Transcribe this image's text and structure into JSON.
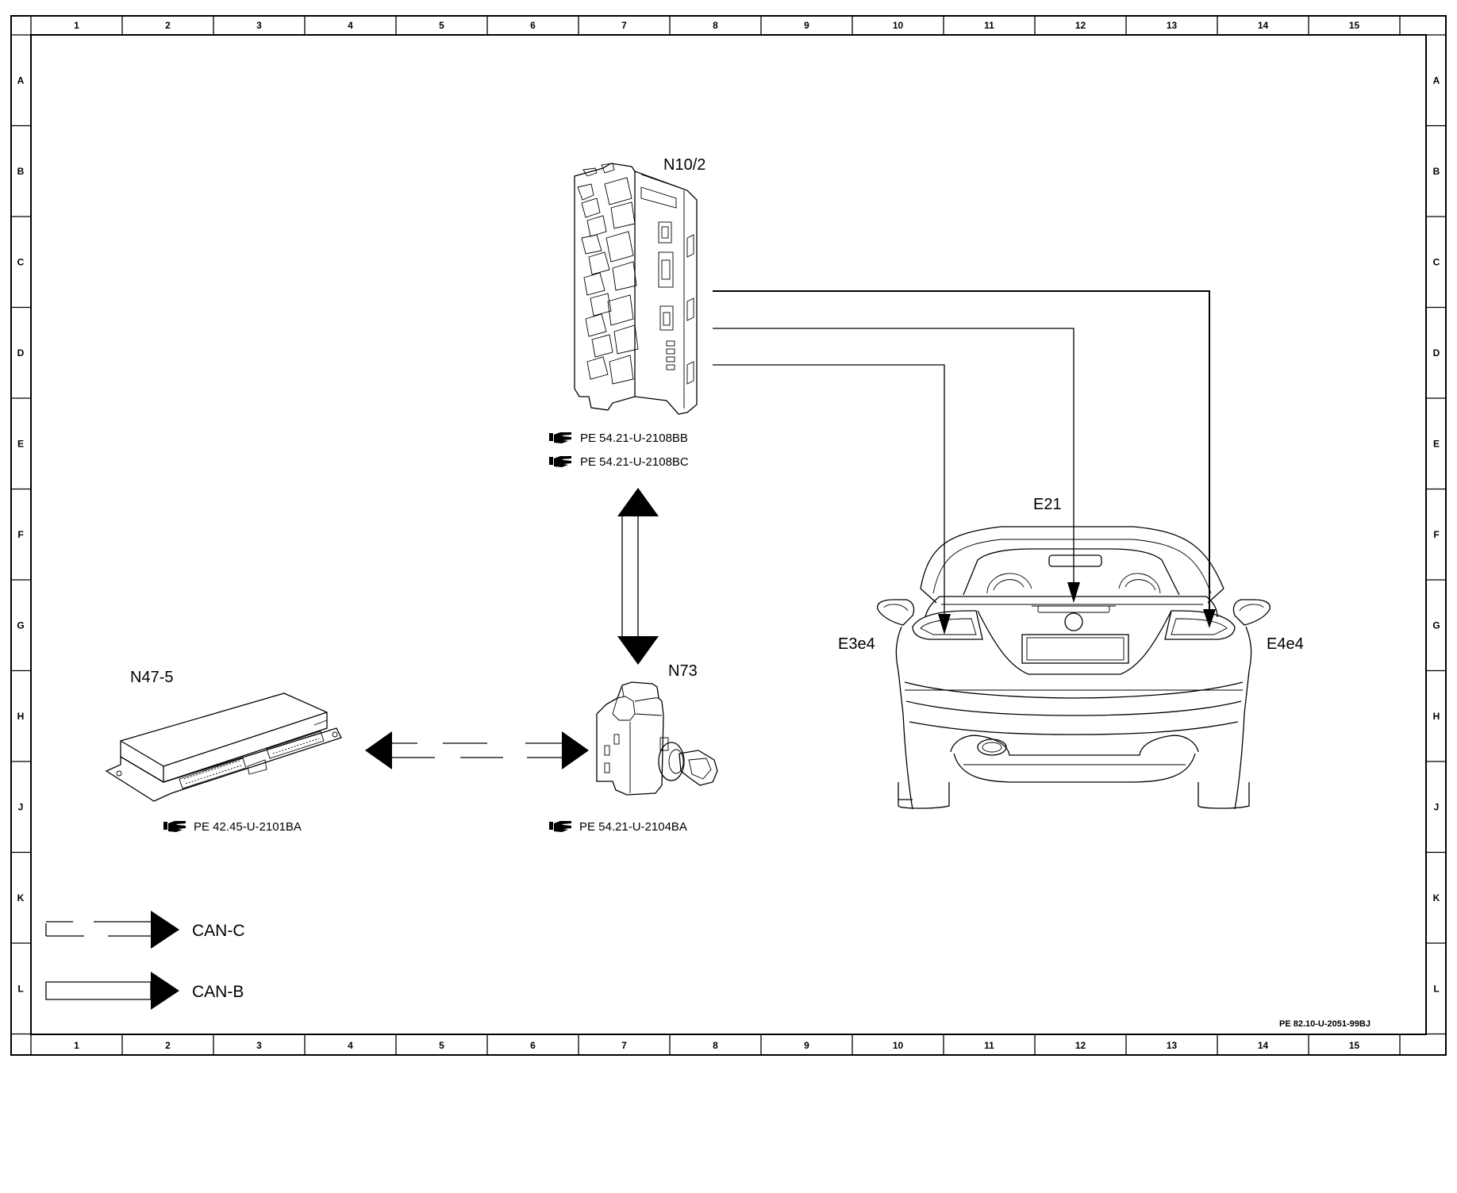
{
  "frame": {
    "columns": [
      "1",
      "2",
      "3",
      "4",
      "5",
      "6",
      "7",
      "8",
      "9",
      "10",
      "11",
      "12",
      "13",
      "14",
      "15"
    ],
    "rows": [
      "A",
      "B",
      "C",
      "D",
      "E",
      "F",
      "G",
      "H",
      "J",
      "K",
      "L"
    ]
  },
  "components": {
    "n10_2": {
      "label": "N10/2",
      "refs": [
        "PE 54.21-U-2108BB",
        "PE 54.21-U-2108BC"
      ]
    },
    "n73": {
      "label": "N73",
      "ref": "PE 54.21-U-2104BA"
    },
    "n47_5": {
      "label": "N47-5",
      "ref": "PE 42.45-U-2101BA"
    },
    "e21": {
      "label": "E21"
    },
    "e3e4": {
      "label": "E3e4"
    },
    "e4e4": {
      "label": "E4e4"
    }
  },
  "legend": {
    "can_c": "CAN-C",
    "can_b": "CAN-B"
  },
  "document_ref": "PE 82.10-U-2051-99BJ",
  "icons": {
    "reference": "pointing-hand-icon"
  }
}
